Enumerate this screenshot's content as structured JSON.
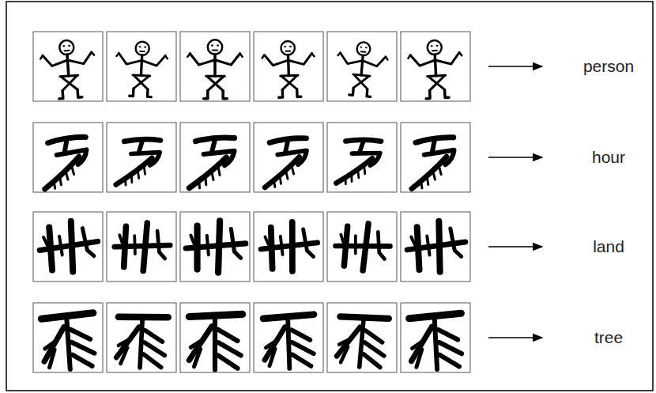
{
  "diagram": {
    "labels": [
      "person",
      "hour",
      "land",
      "tree"
    ]
  }
}
